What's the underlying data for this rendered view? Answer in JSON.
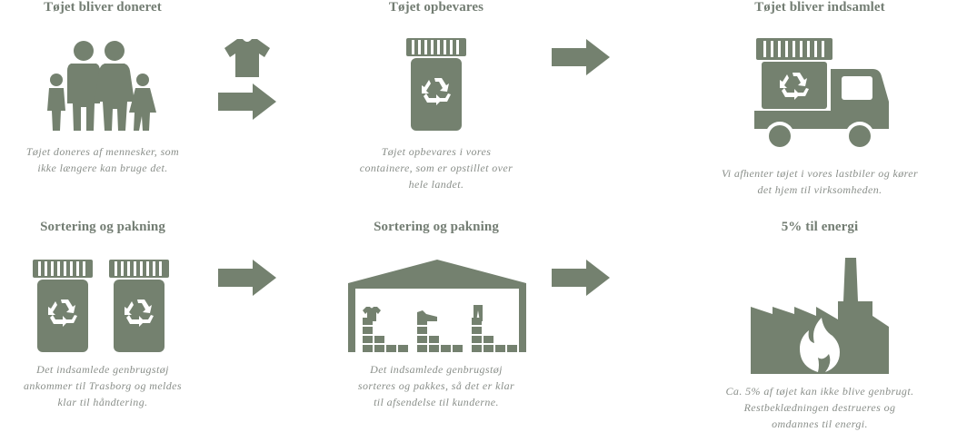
{
  "steps": [
    {
      "title": "Tøjet bliver doneret",
      "desc_lines": [
        "Tøjet doneres af mennesker, som",
        "ikke længere kan bruge det."
      ],
      "icon": "family-icon"
    },
    {
      "title": "Tøjet opbevares",
      "desc_lines": [
        "Tøjet opbevares i vores",
        "containere, som er opstillet over",
        "hele landet."
      ],
      "icon": "recycling-bin-icon"
    },
    {
      "title": "Tøjet bliver indsamlet",
      "desc_lines": [
        "Vi afhenter tøjet i vores lastbiler og kører",
        "det hjem til virksomheden."
      ],
      "icon": "truck-icon"
    },
    {
      "title": "Sortering og pakning",
      "desc_lines": [
        "Det indsamlede genbrugstøj",
        "ankommer til Trasborg og meldes",
        "klar til håndtering."
      ],
      "icon": "recycling-bins-icon"
    },
    {
      "title": "Sortering og pakning",
      "desc_lines": [
        "Det indsamlede genbrugstøj",
        "sorteres og pakkes, så det er klar",
        "til afsendelse til kunderne."
      ],
      "icon": "warehouse-icon"
    },
    {
      "title": "5% til energi",
      "desc_lines": [
        "Ca. 5% af tøjet kan ikke blive genbrugt.",
        "Restbeklædningen destrueres og",
        "omdannes til energi."
      ],
      "icon": "factory-fire-icon"
    }
  ],
  "colors": {
    "icon": "#74816f",
    "title": "#737d73",
    "text": "#8a8f8a"
  }
}
